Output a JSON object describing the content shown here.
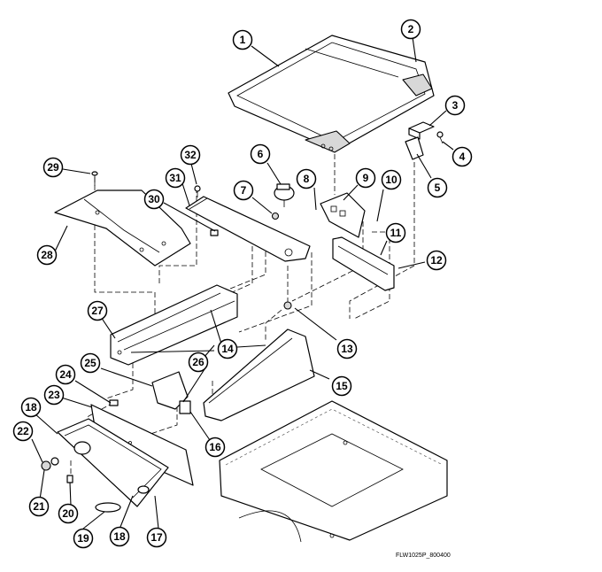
{
  "drawing_code": "FLW1025P_800400",
  "callouts": [
    "1",
    "2",
    "3",
    "4",
    "5",
    "6",
    "7",
    "8",
    "9",
    "10",
    "11",
    "12",
    "13",
    "14",
    "15",
    "16",
    "17",
    "18",
    "18",
    "19",
    "20",
    "21",
    "22",
    "23",
    "24",
    "25",
    "26",
    "27",
    "28",
    "29",
    "30",
    "31",
    "32"
  ]
}
